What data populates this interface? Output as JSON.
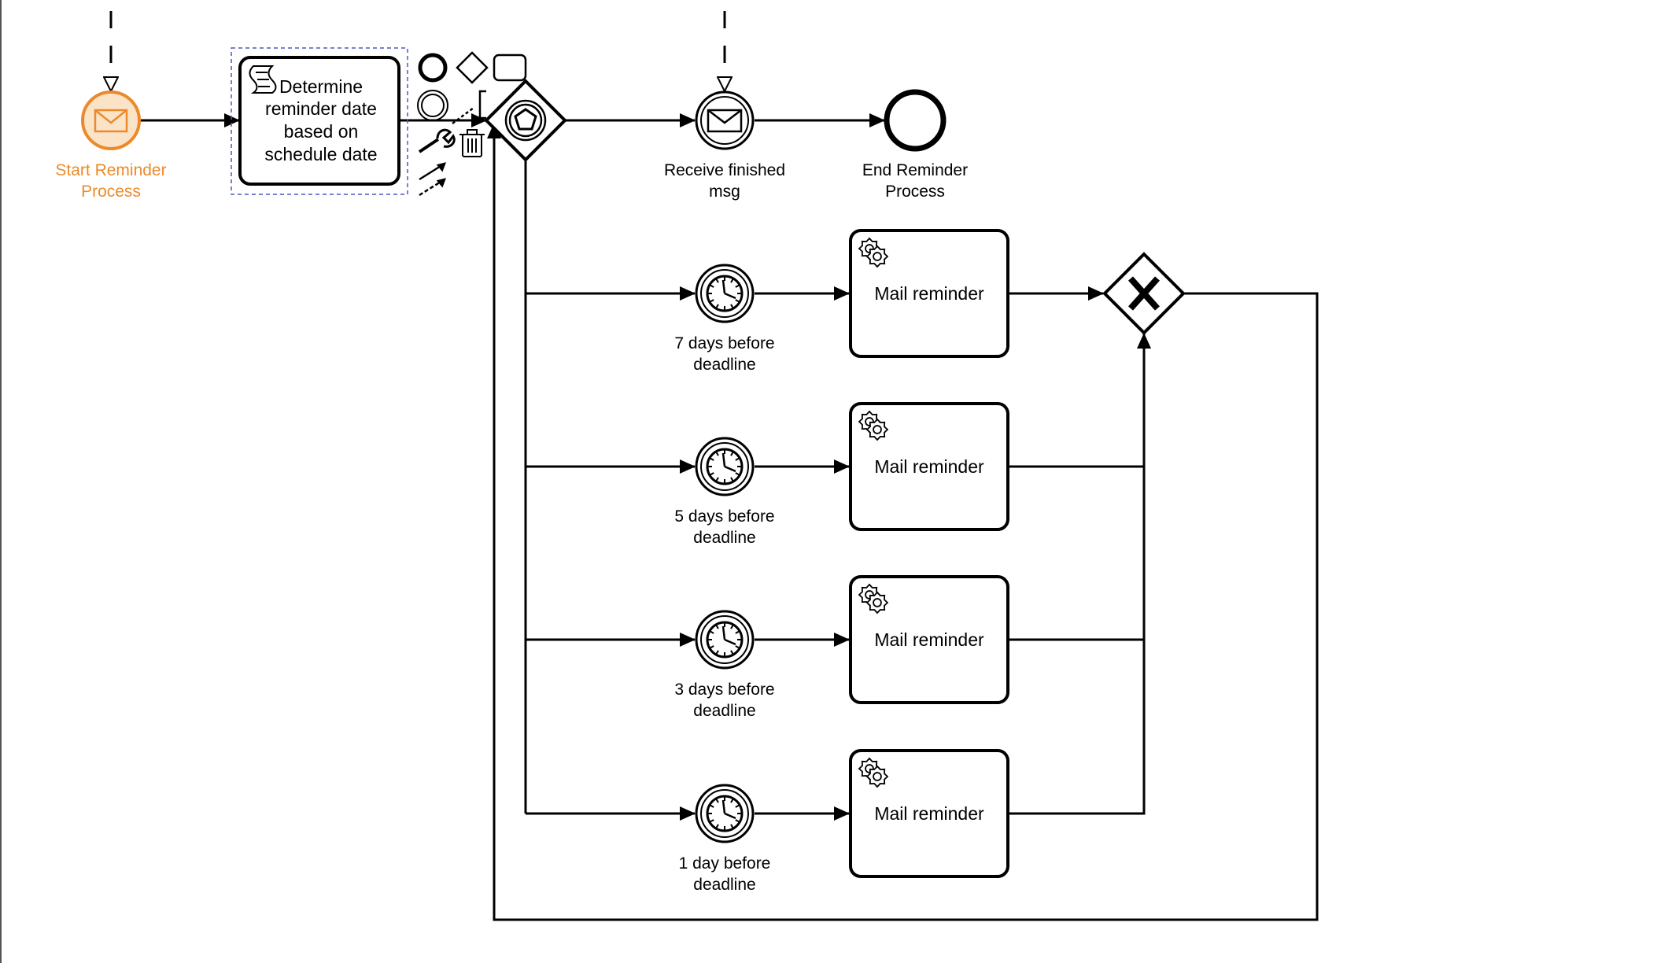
{
  "diagram": {
    "colors": {
      "selected": "#ec8a2b",
      "selected_fill": "#fbe3c8",
      "stroke": "#000000",
      "selection_box": "#4b57c9"
    },
    "start_event": {
      "label_lines": [
        "Start Reminder",
        "Process"
      ],
      "icon": "envelope-icon",
      "state": "selected"
    },
    "script_task": {
      "label_lines": [
        "Determine",
        "reminder date",
        "based on",
        "schedule date"
      ],
      "icon": "script-icon"
    },
    "context_pad": {
      "items": [
        "append-end-event-icon",
        "append-gateway-icon",
        "append-task-icon",
        "append-intermediate-event-icon",
        "text-annotation-icon",
        "wrench-icon",
        "trash-icon",
        "connect-icon"
      ]
    },
    "event_gateway": {
      "icon": "event-based-gateway-icon"
    },
    "receive_event": {
      "label_lines": [
        "Receive finished",
        "msg"
      ],
      "icon": "envelope-icon"
    },
    "end_event": {
      "label_lines": [
        "End Reminder",
        "Process"
      ]
    },
    "timers": [
      {
        "label_lines": [
          "7 days before",
          "deadline"
        ],
        "task": "Mail reminder"
      },
      {
        "label_lines": [
          "5 days before",
          "deadline"
        ],
        "task": "Mail reminder"
      },
      {
        "label_lines": [
          "3 days before",
          "deadline"
        ],
        "task": "Mail reminder"
      },
      {
        "label_lines": [
          "1 day before",
          "deadline"
        ],
        "task": "Mail reminder"
      }
    ],
    "exclusive_gateway": {
      "icon": "x-icon"
    }
  }
}
